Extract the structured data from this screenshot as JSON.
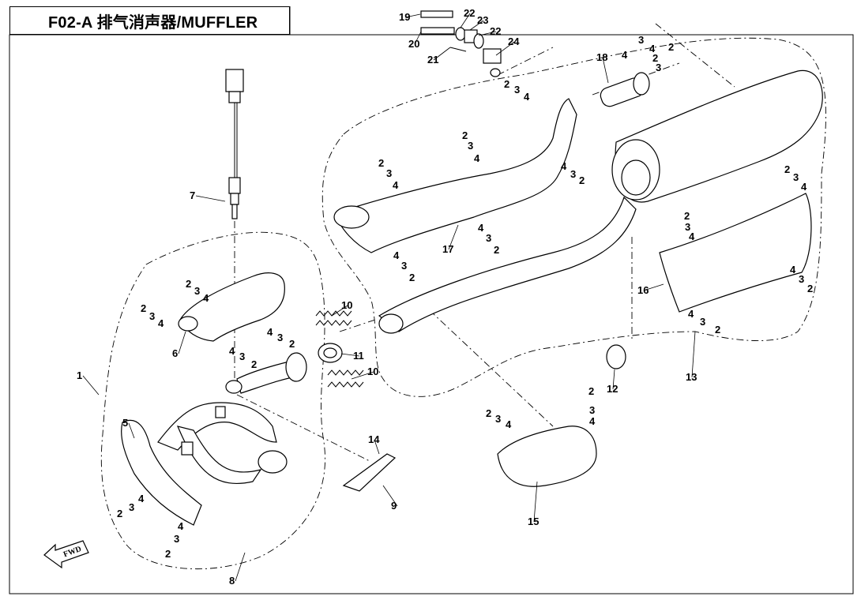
{
  "title": "F02-A 排气消声器/MUFFLER",
  "fwd_label": "FWD",
  "labels": [
    {
      "id": "l1",
      "text": "1"
    },
    {
      "id": "l5",
      "text": "5"
    },
    {
      "id": "l6",
      "text": "6"
    },
    {
      "id": "l7",
      "text": "7"
    },
    {
      "id": "l8",
      "text": "8"
    },
    {
      "id": "l9",
      "text": "9"
    },
    {
      "id": "l10a",
      "text": "10"
    },
    {
      "id": "l10b",
      "text": "10"
    },
    {
      "id": "l11",
      "text": "11"
    },
    {
      "id": "l12",
      "text": "12"
    },
    {
      "id": "l13",
      "text": "13"
    },
    {
      "id": "l14",
      "text": "14"
    },
    {
      "id": "l15",
      "text": "15"
    },
    {
      "id": "l16",
      "text": "16"
    },
    {
      "id": "l17",
      "text": "17"
    },
    {
      "id": "l18",
      "text": "18"
    },
    {
      "id": "l19",
      "text": "19"
    },
    {
      "id": "l20",
      "text": "20"
    },
    {
      "id": "l21",
      "text": "21"
    },
    {
      "id": "l22a",
      "text": "22"
    },
    {
      "id": "l22b",
      "text": "22"
    },
    {
      "id": "l23",
      "text": "23"
    },
    {
      "id": "l24",
      "text": "24"
    },
    {
      "id": "a2",
      "text": "2"
    },
    {
      "id": "a3",
      "text": "3"
    },
    {
      "id": "a4",
      "text": "4"
    },
    {
      "id": "b2",
      "text": "2"
    },
    {
      "id": "b3",
      "text": "3"
    },
    {
      "id": "b4",
      "text": "4"
    },
    {
      "id": "c2",
      "text": "2"
    },
    {
      "id": "c3",
      "text": "3"
    },
    {
      "id": "c4",
      "text": "4"
    },
    {
      "id": "d2",
      "text": "2"
    },
    {
      "id": "d3",
      "text": "3"
    },
    {
      "id": "d4",
      "text": "4"
    },
    {
      "id": "e2",
      "text": "2"
    },
    {
      "id": "e3",
      "text": "3"
    },
    {
      "id": "e4",
      "text": "4"
    },
    {
      "id": "f2",
      "text": "2"
    },
    {
      "id": "f3",
      "text": "3"
    },
    {
      "id": "f4",
      "text": "4"
    },
    {
      "id": "g2",
      "text": "2"
    },
    {
      "id": "g3",
      "text": "3"
    },
    {
      "id": "g4",
      "text": "4"
    },
    {
      "id": "h2",
      "text": "2"
    },
    {
      "id": "h3",
      "text": "3"
    },
    {
      "id": "h4",
      "text": "4"
    },
    {
      "id": "i2",
      "text": "2"
    },
    {
      "id": "i3",
      "text": "3"
    },
    {
      "id": "i4",
      "text": "4"
    },
    {
      "id": "j2",
      "text": "2"
    },
    {
      "id": "j3",
      "text": "3"
    },
    {
      "id": "j4",
      "text": "4"
    },
    {
      "id": "k2",
      "text": "2"
    },
    {
      "id": "k3",
      "text": "3"
    },
    {
      "id": "k4",
      "text": "4"
    },
    {
      "id": "m2",
      "text": "2"
    },
    {
      "id": "m3",
      "text": "3"
    },
    {
      "id": "m4",
      "text": "4"
    },
    {
      "id": "n2",
      "text": "2"
    },
    {
      "id": "n3",
      "text": "3"
    },
    {
      "id": "n4",
      "text": "4"
    },
    {
      "id": "o2",
      "text": "2"
    },
    {
      "id": "o3",
      "text": "3"
    },
    {
      "id": "o4",
      "text": "4"
    },
    {
      "id": "p2",
      "text": "2"
    },
    {
      "id": "p3",
      "text": "3"
    },
    {
      "id": "p4",
      "text": "4"
    },
    {
      "id": "q2",
      "text": "2"
    },
    {
      "id": "q3",
      "text": "3"
    },
    {
      "id": "q4",
      "text": "4"
    },
    {
      "id": "r2",
      "text": "2"
    },
    {
      "id": "r3",
      "text": "3"
    },
    {
      "id": "r4",
      "text": "4"
    },
    {
      "id": "s2",
      "text": "2"
    },
    {
      "id": "s3",
      "text": "3"
    },
    {
      "id": "s4",
      "text": "4"
    },
    {
      "id": "t2",
      "text": "2"
    },
    {
      "id": "t3",
      "text": "3"
    },
    {
      "id": "t4",
      "text": "4"
    },
    {
      "id": "u2",
      "text": "2"
    },
    {
      "id": "u3",
      "text": "3"
    },
    {
      "id": "u4",
      "text": "4"
    }
  ]
}
